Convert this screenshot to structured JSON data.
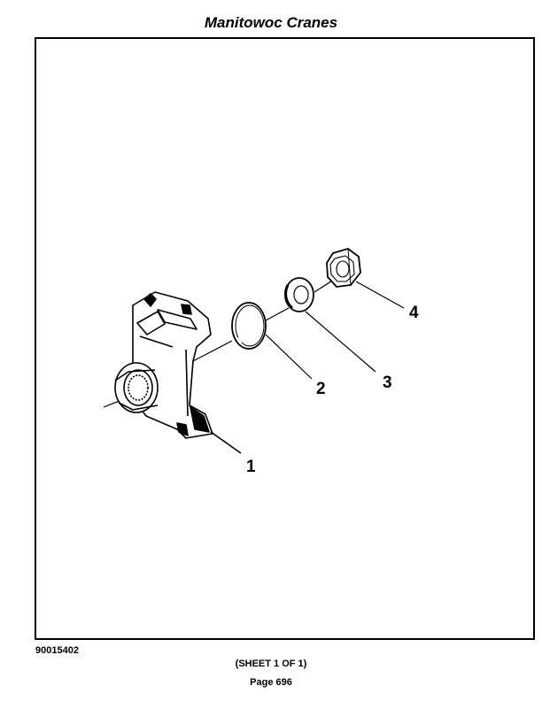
{
  "header": {
    "title": "Manitowoc Cranes"
  },
  "diagram": {
    "callouts": [
      {
        "id": "1",
        "label": "1"
      },
      {
        "id": "2",
        "label": "2"
      },
      {
        "id": "3",
        "label": "3"
      },
      {
        "id": "4",
        "label": "4"
      }
    ]
  },
  "footer": {
    "drawing_number": "90015402",
    "sheet": "(SHEET 1 OF 1)",
    "page": "Page 696"
  }
}
